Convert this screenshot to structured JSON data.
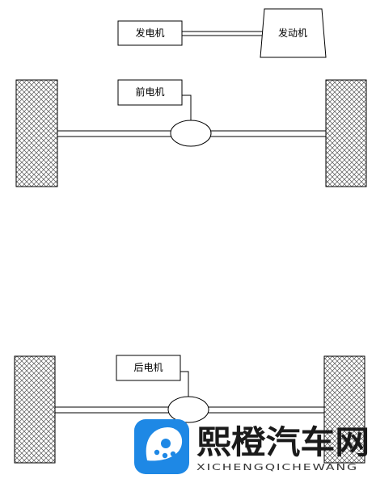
{
  "labels": {
    "generator": "发电机",
    "engine": "发动机",
    "front_motor": "前电机",
    "rear_motor": "后电机"
  },
  "watermark": {
    "name_cn": "熙橙汽车网",
    "name_en": "XICHENGQICHEWANG",
    "brand_color": "#1e88e5"
  }
}
